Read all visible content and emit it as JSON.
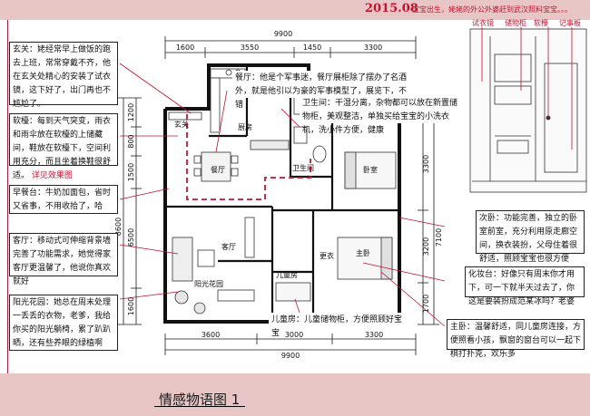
{
  "header": {
    "date": "2015.08",
    "caption": "宝宝出生，姥姥的外公外婆赶到武汉照料宝宝。。。"
  },
  "footer": {
    "title": "情感物语图 1"
  },
  "dimensions": {
    "top_total": "9900",
    "top_segments": [
      "1600",
      "3550",
      "1450",
      "3300"
    ],
    "bottom_segments": [
      "3600",
      "3000",
      "3300"
    ],
    "bottom_total": "9900",
    "left_total": "8600",
    "left_segments": [
      "1200",
      "800",
      "1500",
      "6500",
      "1600"
    ],
    "right_total": "7100",
    "right_segments": [
      "3300",
      "3200",
      "1700"
    ]
  },
  "rooms": {
    "entrance": "玄关",
    "kitchen": "厨房",
    "dining": "餐厅",
    "bath": "卫生间",
    "bedroom": "卧室",
    "living": "客厅",
    "child_room": "儿童房",
    "master": "主卧",
    "dressing": "更衣",
    "balcony": "阳光花园"
  },
  "notes": {
    "xuanguan": "玄关：姥经常早上做饭的跑去上班，常常穿戴不齐，他在玄关处精心的安装了试衣镜，这下好了，出门再也不尴尬了。",
    "ruanzhang": "软檯：每到天气突变，雨衣和雨伞放在软檯的上储藏间，鞋放在软檯下，空间利用充分，而且坐着换鞋很舒适。",
    "ruanzhang_link": "详见效果图",
    "zaocan": "早餐台：牛奶加面包，省时又省事，不用收拾了，哈",
    "keting": "客厅：移动式可伸缩背景墙完善了功能需求，她觉得家客厅更温馨了，他说你真欢就好",
    "yangguang": "阳光花园：她总在周末处理一丢丢的衣物，老爹，我给你买的阳光躺椅，累了趴趴晒，还有些养眼的绿植啊",
    "canting": "餐厅：他是个军事迷，餐厅展柜除了摆办了名酒外，就是他引以为豪的军事模型了，展览下，不错",
    "weishengjian": "卫生间：干湿分离，杂物都可以放在新置储物柜，美观整洁，单独买给宝宝的小洗衣机，洗小件方便，健康",
    "ciwo": "次卧：功能完善，独立的卧室前室，充分利用原走廊空间，换衣装扮，父母住着很舒适，照顾宝宝也很方便",
    "huazhuang": "化妆台：好像只有周末你才用下，可一下就半天过去了，你这是要装扮成范某冰吗？老婆",
    "zhuwo": "主卧：温馨舒适，同儿童房连接，方便照看小孩，飘窗的窗台可以一起下棋打扑克，欢乐多",
    "ertongfang": "儿童房：儿童储物柜，方便照顾好宝宝"
  },
  "right_panel_labels": [
    "试衣镜",
    "储物柜",
    "软檯",
    "记事板"
  ],
  "colors": {
    "accent_red": "#c8102e",
    "band_pink": "#e9c6c6",
    "line": "#1a1a1a"
  }
}
